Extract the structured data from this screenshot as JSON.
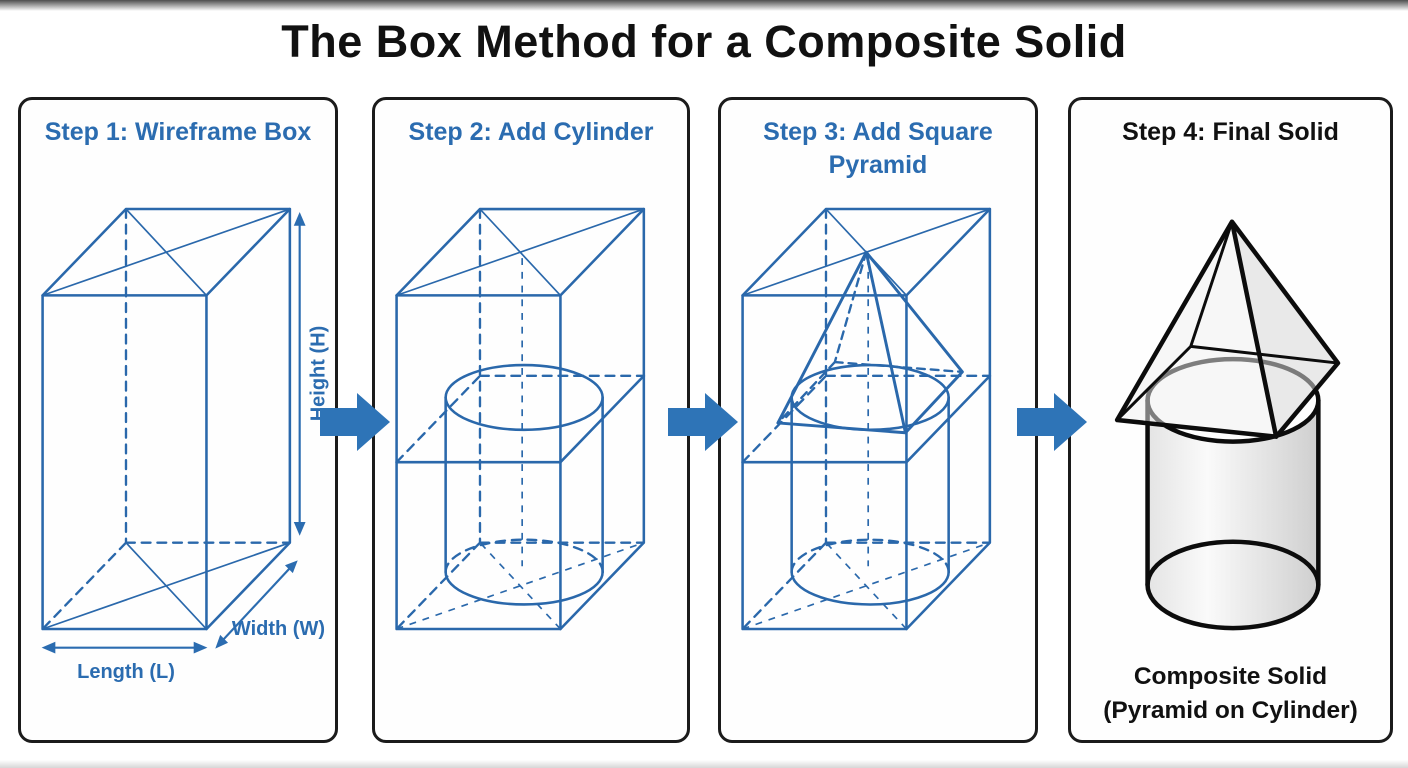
{
  "header": {
    "title": "The Box Method for a Composite Solid"
  },
  "panels": [
    {
      "title": "Step 1: Wireframe Box",
      "labels": {
        "height": "Height (H)",
        "width": "Width (W)",
        "length": "Length (L)"
      }
    },
    {
      "title": "Step 2: Add Cylinder"
    },
    {
      "title": "Step 3: Add Square Pyramid"
    },
    {
      "title": "Step 4: Final Solid",
      "caption": {
        "line1": "Composite Solid",
        "line2": "(Pyramid on Cylinder)"
      }
    }
  ],
  "colors": {
    "line_blue": "#2a68ab",
    "label_blue": "#2b6cb0",
    "arrow_blue": "#2e74b7",
    "solid_black": "#0c0c0c",
    "panel_border": "#1b1b1b"
  }
}
